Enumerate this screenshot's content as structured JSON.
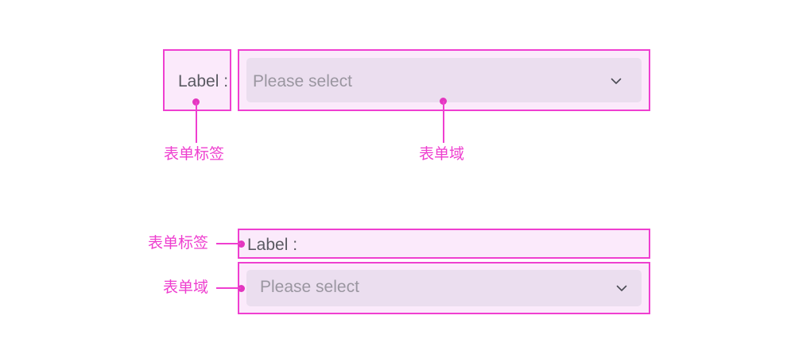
{
  "colors": {
    "annotation_stroke": "#ef3fd0",
    "annotation_dot": "#e336bf",
    "annotation_text": "#ee3ecf",
    "box_fill": "#fbeafb",
    "control_fill": "#ebdeef",
    "label_text": "#5a5a62",
    "placeholder_text": "#9a96a0",
    "page_background": "#ffffff"
  },
  "examples": [
    {
      "id": "horizontal",
      "label_field": {
        "text": "Label :"
      },
      "form_field": {
        "placeholder": "Please select",
        "dropdown_icon": "chevron-down-icon"
      },
      "annotations": [
        {
          "target": "label",
          "text": "表单标签"
        },
        {
          "target": "field",
          "text": "表单域"
        }
      ]
    },
    {
      "id": "stacked",
      "label_field": {
        "text": "Label :"
      },
      "form_field": {
        "placeholder": "Please select",
        "dropdown_icon": "chevron-down-icon"
      },
      "annotations": [
        {
          "target": "label",
          "text": "表单标签"
        },
        {
          "target": "field",
          "text": "表单域"
        }
      ]
    }
  ]
}
